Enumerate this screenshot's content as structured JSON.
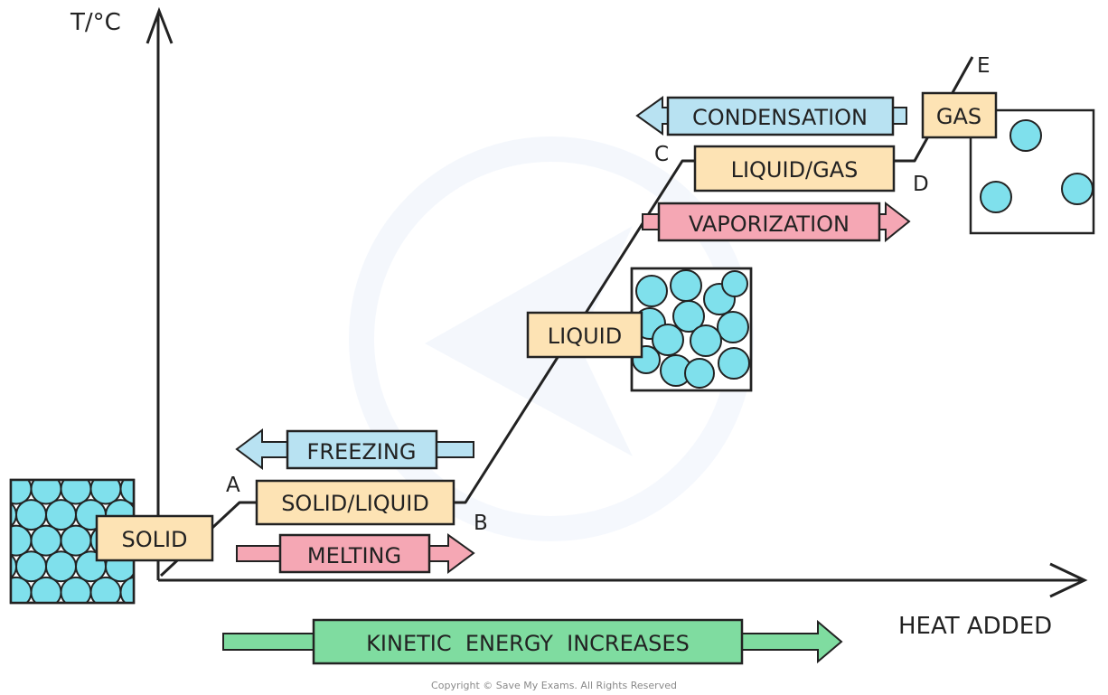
{
  "axes": {
    "y_label": "T/°C",
    "x_label": "HEAT  ADDED"
  },
  "points": {
    "a": "A",
    "b": "B",
    "c": "C",
    "d": "D",
    "e": "E"
  },
  "states": {
    "solid": "SOLID",
    "solid_liquid": "SOLID/LIQUID",
    "liquid": "LIQUID",
    "liquid_gas": "LIQUID/GAS",
    "gas": "GAS"
  },
  "processes": {
    "freezing": "FREEZING",
    "melting": "MELTING",
    "condensation": "CONDENSATION",
    "vaporization": "VAPORIZATION",
    "kinetic": "KINETIC  ENERGY  INCREASES"
  },
  "footer": {
    "copyright": "Copyright © Save My Exams. All Rights Reserved"
  },
  "colors": {
    "state_fill": "#fde3b4",
    "cool_fill": "#b8e2f2",
    "heat_fill": "#f5a7b4",
    "kinetic_fill": "#7fdca0",
    "particle_fill": "#7fe0ec",
    "line": "#222222"
  }
}
